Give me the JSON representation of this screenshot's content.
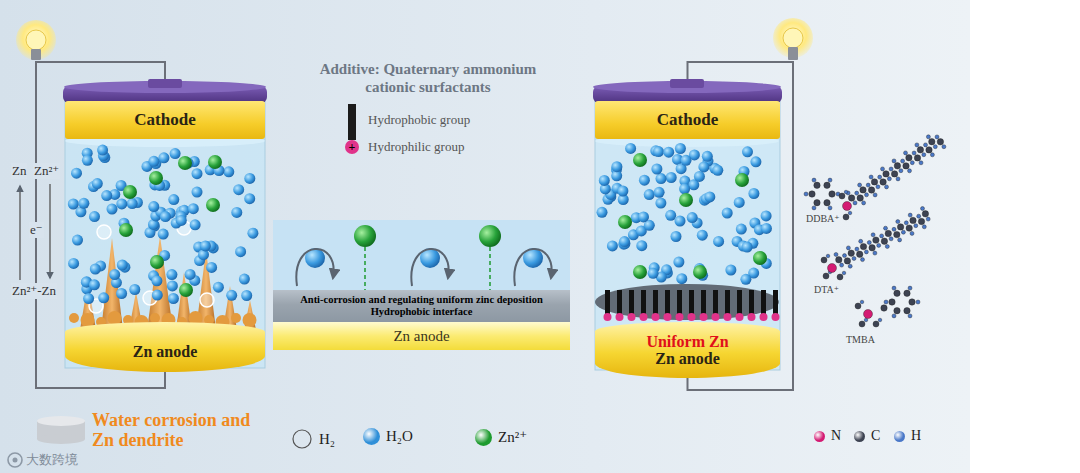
{
  "diagram": {
    "nodes": [
      {
        "text": [
          "Cathode"
        ]
      },
      {
        "text": [
          "Zn anode"
        ]
      },
      {
        "text": [
          "Anti-corrosion and regulating uniform zinc deposition",
          "Hydrophobic interface"
        ]
      },
      {
        "text": [
          "Zn anode"
        ]
      },
      {
        "text": [
          "Cathode"
        ]
      },
      {
        "text": [
          "Uniform Zn",
          "Zn anode"
        ]
      }
    ],
    "edges": [
      {
        "from": 0,
        "to": 1,
        "arrow": "none"
      },
      {
        "from": 4,
        "to": 5,
        "arrow": "none"
      }
    ],
    "labels": [
      "Additive: Quaternary ammonium cationic surfactants",
      "Hydrophobic group",
      "+",
      "Hydrophilic group",
      "Zn",
      "Zn²⁺",
      "e⁻",
      "Zn²⁺-Zn",
      "DDBA⁺",
      "DTA⁺",
      "TMBA",
      "大数跨境"
    ],
    "legend": [
      {
        "text": "Water corrosion and Zn dendrite"
      },
      {
        "text": "H₂"
      },
      {
        "text": "H₂O",
        "color": "#2f8fd8"
      },
      {
        "text": "Zn²⁺",
        "color": "#1e9b2f"
      },
      {
        "text": "N",
        "color": "#d41b73"
      },
      {
        "text": "C",
        "color": "#3d4352"
      },
      {
        "text": "H",
        "color": "#4a78c8"
      }
    ]
  }
}
